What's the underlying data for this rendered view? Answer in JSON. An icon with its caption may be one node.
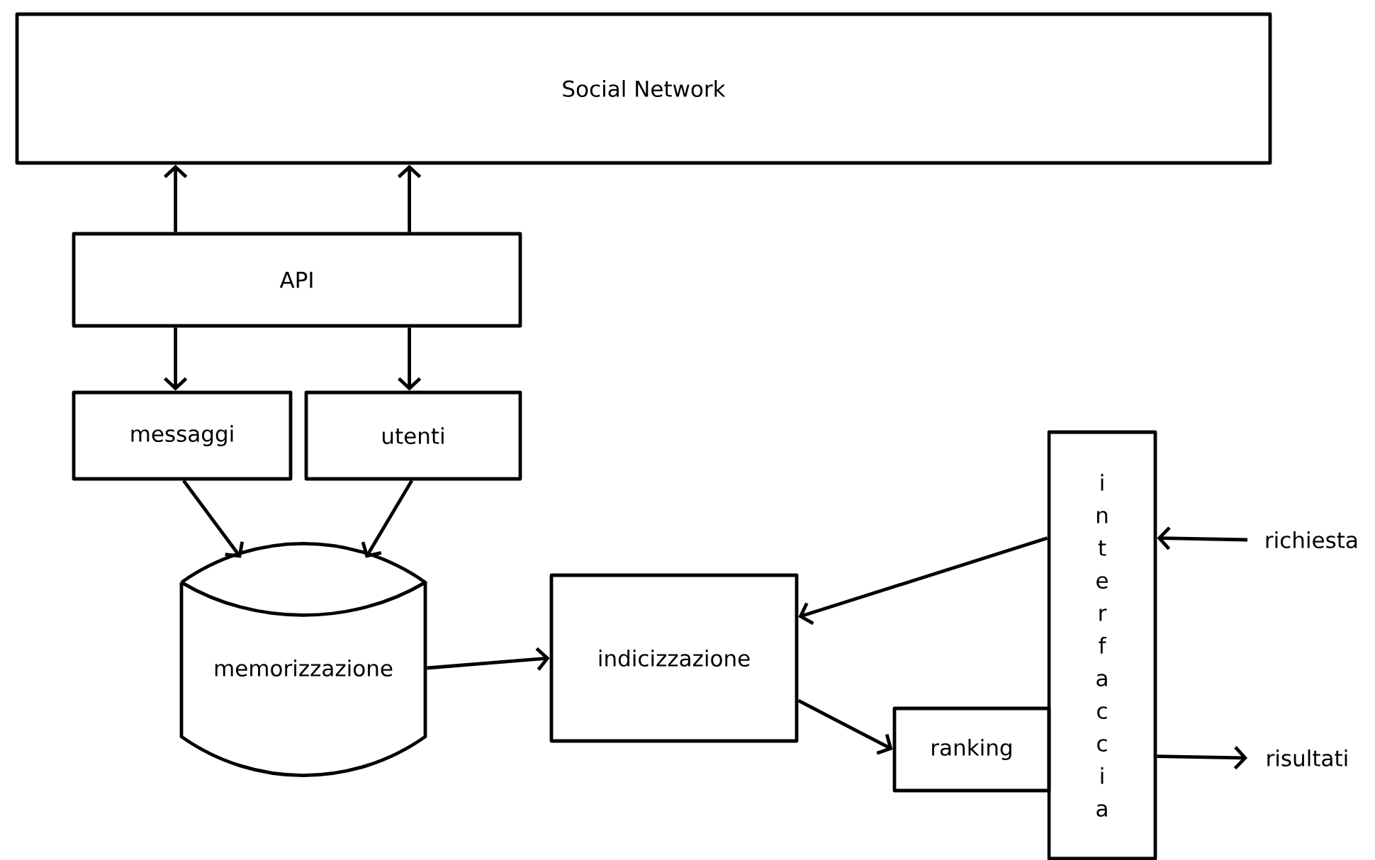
{
  "diagram": {
    "nodes": [
      {
        "text": [
          "Social Network"
        ]
      },
      {
        "text": [
          "API"
        ]
      },
      {
        "text": [
          "messaggi"
        ]
      },
      {
        "text": [
          "utenti"
        ]
      },
      {
        "text": [
          "memorizzazione"
        ]
      },
      {
        "text": [
          "indicizzazione"
        ]
      },
      {
        "text": [
          "ranking"
        ]
      },
      {
        "text": [
          "interfaccia"
        ]
      },
      {
        "text": [
          "richiesta"
        ]
      },
      {
        "text": [
          "risultati"
        ]
      }
    ],
    "edges": [
      {
        "from": 1,
        "to": 0,
        "arrow": "to"
      },
      {
        "from": 1,
        "to": 0,
        "arrow": "to"
      },
      {
        "from": 1,
        "to": 2,
        "arrow": "to"
      },
      {
        "from": 1,
        "to": 3,
        "arrow": "to"
      },
      {
        "from": 2,
        "to": 4,
        "arrow": "to"
      },
      {
        "from": 3,
        "to": 4,
        "arrow": "to"
      },
      {
        "from": 4,
        "to": 5,
        "arrow": "to"
      },
      {
        "from": 7,
        "to": 5,
        "arrow": "to"
      },
      {
        "from": 5,
        "to": 6,
        "arrow": "to"
      },
      {
        "from": 8,
        "to": 7,
        "arrow": "to"
      },
      {
        "from": 7,
        "to": 9,
        "arrow": "to"
      }
    ]
  }
}
